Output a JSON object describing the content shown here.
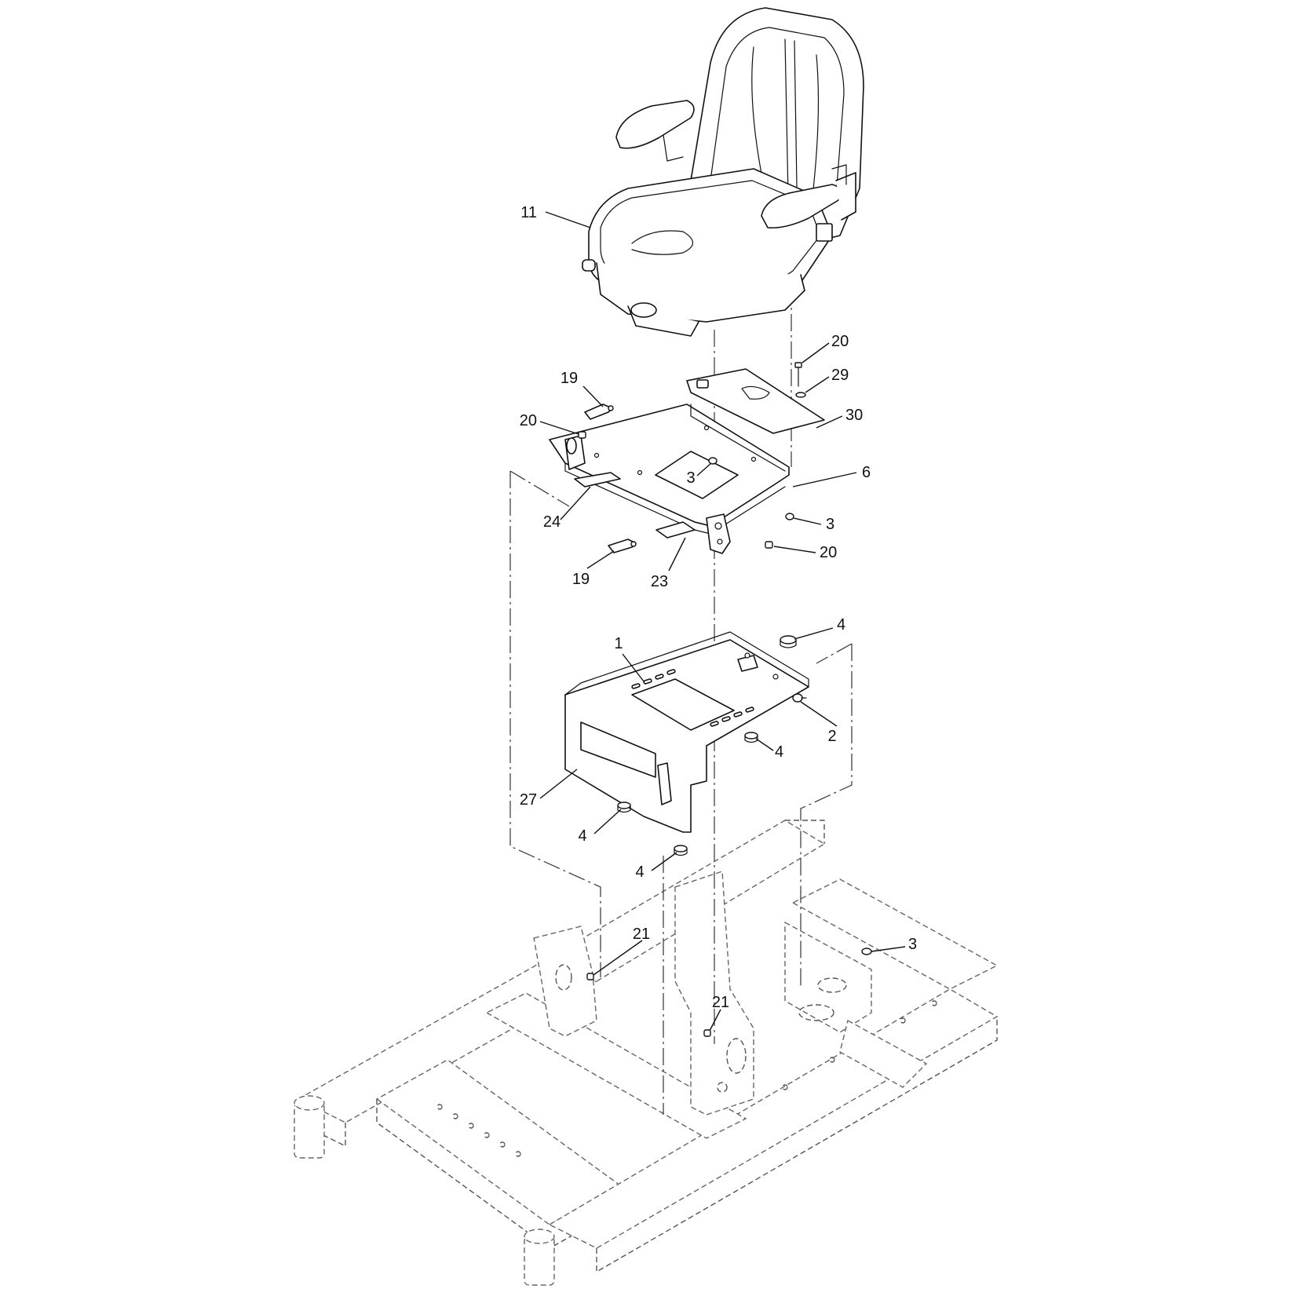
{
  "diagram": {
    "parts": [
      {
        "id": "seat",
        "label": "11"
      },
      {
        "id": "bolt-top-right",
        "label": "20"
      },
      {
        "id": "washer",
        "label": "29"
      },
      {
        "id": "decal-plate",
        "label": "30"
      },
      {
        "id": "cable-tie-upper",
        "label": "19"
      },
      {
        "id": "bolt-upper-left",
        "label": "20"
      },
      {
        "id": "nut-center",
        "label": "3"
      },
      {
        "id": "seat-plate",
        "label": "6"
      },
      {
        "id": "decal-left",
        "label": "24"
      },
      {
        "id": "nut-right",
        "label": "3"
      },
      {
        "id": "bolt-lower-right",
        "label": "20"
      },
      {
        "id": "cable-tie-lower",
        "label": "19"
      },
      {
        "id": "decal-center",
        "label": "23"
      },
      {
        "id": "seat-mount",
        "label": "1"
      },
      {
        "id": "bumper-top",
        "label": "4"
      },
      {
        "id": "plug",
        "label": "2"
      },
      {
        "id": "bumper-right",
        "label": "4"
      },
      {
        "id": "decal-front",
        "label": "27"
      },
      {
        "id": "bumper-left",
        "label": "4"
      },
      {
        "id": "bumper-bottom",
        "label": "4"
      },
      {
        "id": "nut-frame-right",
        "label": "3"
      },
      {
        "id": "screw-frame-left",
        "label": "21"
      },
      {
        "id": "screw-frame-center",
        "label": "21"
      }
    ]
  }
}
